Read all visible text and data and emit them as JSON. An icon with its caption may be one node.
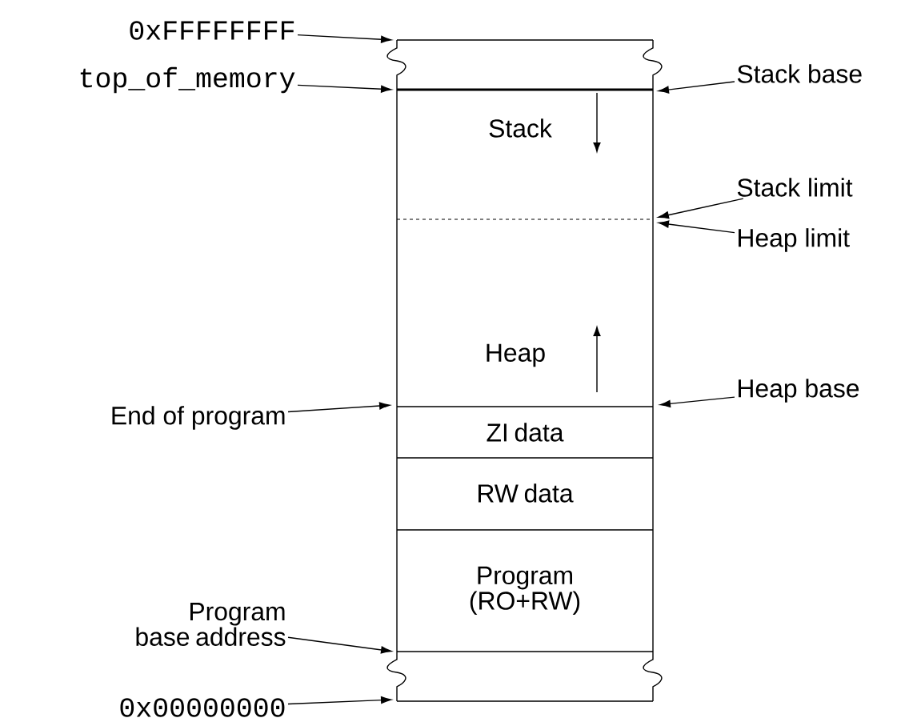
{
  "diagram": {
    "nodes": [
      {
        "text": [
          "0xFFFFFFFF"
        ]
      },
      {
        "text": [
          "top_of_memory"
        ]
      },
      {
        "text": [
          "Stack base"
        ]
      },
      {
        "text": [
          "Stack limit"
        ]
      },
      {
        "text": [
          "Heap limit"
        ]
      },
      {
        "text": [
          "Heap base"
        ]
      },
      {
        "text": [
          "End of program"
        ]
      },
      {
        "text": [
          "Program base address"
        ]
      },
      {
        "text": [
          "0x00000000"
        ]
      },
      {
        "text": [
          "Stack"
        ]
      },
      {
        "text": [
          "Heap"
        ]
      },
      {
        "text": [
          "ZI data"
        ]
      },
      {
        "text": [
          "RW data"
        ]
      },
      {
        "text": [
          "Program (RO+RW)"
        ]
      }
    ],
    "edges": [
      {
        "from": 0,
        "to": null,
        "arrow": "to"
      },
      {
        "from": 1,
        "to": null,
        "arrow": "to"
      },
      {
        "from": 2,
        "to": null,
        "arrow": "to"
      },
      {
        "from": 3,
        "to": null,
        "arrow": "to"
      },
      {
        "from": 4,
        "to": null,
        "arrow": "to"
      },
      {
        "from": 5,
        "to": null,
        "arrow": "to"
      },
      {
        "from": 6,
        "to": null,
        "arrow": "to"
      },
      {
        "from": 7,
        "to": null,
        "arrow": "to"
      },
      {
        "from": 8,
        "to": null,
        "arrow": "to"
      }
    ]
  }
}
